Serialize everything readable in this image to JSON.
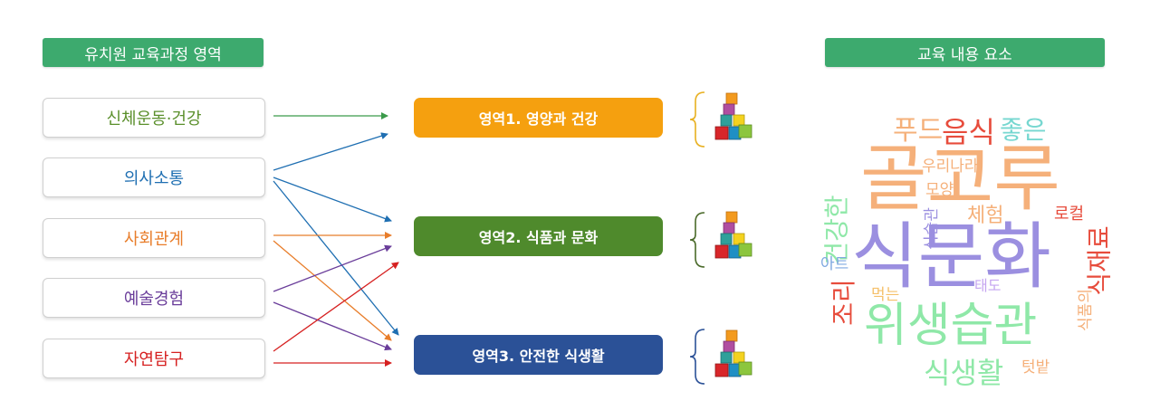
{
  "headers": {
    "left": "유치원 교육과정 영역",
    "right": "교육 내용 요소"
  },
  "curriculum_areas": [
    {
      "label": "신체운동·건강",
      "color": "#5a8f2b"
    },
    {
      "label": "의사소통",
      "color": "#1f6fb2"
    },
    {
      "label": "사회관계",
      "color": "#e87d2a"
    },
    {
      "label": "예술경험",
      "color": "#6a3d9a"
    },
    {
      "label": "자연탐구",
      "color": "#d62020"
    }
  ],
  "domains": [
    {
      "label": "영역1. 영양과 건강",
      "color": "#f5a00f"
    },
    {
      "label": "영역2. 식품과 문화",
      "color": "#4f8a2c"
    },
    {
      "label": "영역3. 안전한 식생활",
      "color": "#2b5197"
    }
  ],
  "connections": [
    {
      "from": "신체운동·건강",
      "to": "영역1. 영양과 건강"
    },
    {
      "from": "의사소통",
      "to": "영역1. 영양과 건강"
    },
    {
      "from": "의사소통",
      "to": "영역2. 식품과 문화"
    },
    {
      "from": "의사소통",
      "to": "영역3. 안전한 식생활"
    },
    {
      "from": "사회관계",
      "to": "영역2. 식품과 문화"
    },
    {
      "from": "사회관계",
      "to": "영역3. 안전한 식생활"
    },
    {
      "from": "예술경험",
      "to": "영역2. 식품과 문화"
    },
    {
      "from": "예술경험",
      "to": "영역3. 안전한 식생활"
    },
    {
      "from": "자연탐구",
      "to": "영역2. 식품과 문화"
    },
    {
      "from": "자연탐구",
      "to": "영역3. 안전한 식생활"
    }
  ],
  "word_cloud": [
    {
      "text": "식문화",
      "color": "#9b8fe0"
    },
    {
      "text": "골고루",
      "color": "#f5b07a"
    },
    {
      "text": "위생습관",
      "color": "#8fe8a8"
    },
    {
      "text": "음식",
      "color": "#e74c3c"
    },
    {
      "text": "푸드",
      "color": "#f5b07a"
    },
    {
      "text": "좋은",
      "color": "#76d7d0"
    },
    {
      "text": "우리나라",
      "color": "#f5b07a"
    },
    {
      "text": "모양",
      "color": "#f5b07a"
    },
    {
      "text": "체험",
      "color": "#f5b07a"
    },
    {
      "text": "건강한",
      "color": "#8fe8a8"
    },
    {
      "text": "식습관",
      "color": "#9b8fe0"
    },
    {
      "text": "로컬",
      "color": "#e74c3c"
    },
    {
      "text": "식재료",
      "color": "#e74c3c"
    },
    {
      "text": "아트",
      "color": "#7fa8e0"
    },
    {
      "text": "조리",
      "color": "#e74c3c"
    },
    {
      "text": "먹는",
      "color": "#f5c06a"
    },
    {
      "text": "태도",
      "color": "#c6a6f0"
    },
    {
      "text": "식품의",
      "color": "#f5b07a"
    },
    {
      "text": "식생활",
      "color": "#8fe8a8"
    },
    {
      "text": "텃밭",
      "color": "#f5b07a"
    }
  ]
}
